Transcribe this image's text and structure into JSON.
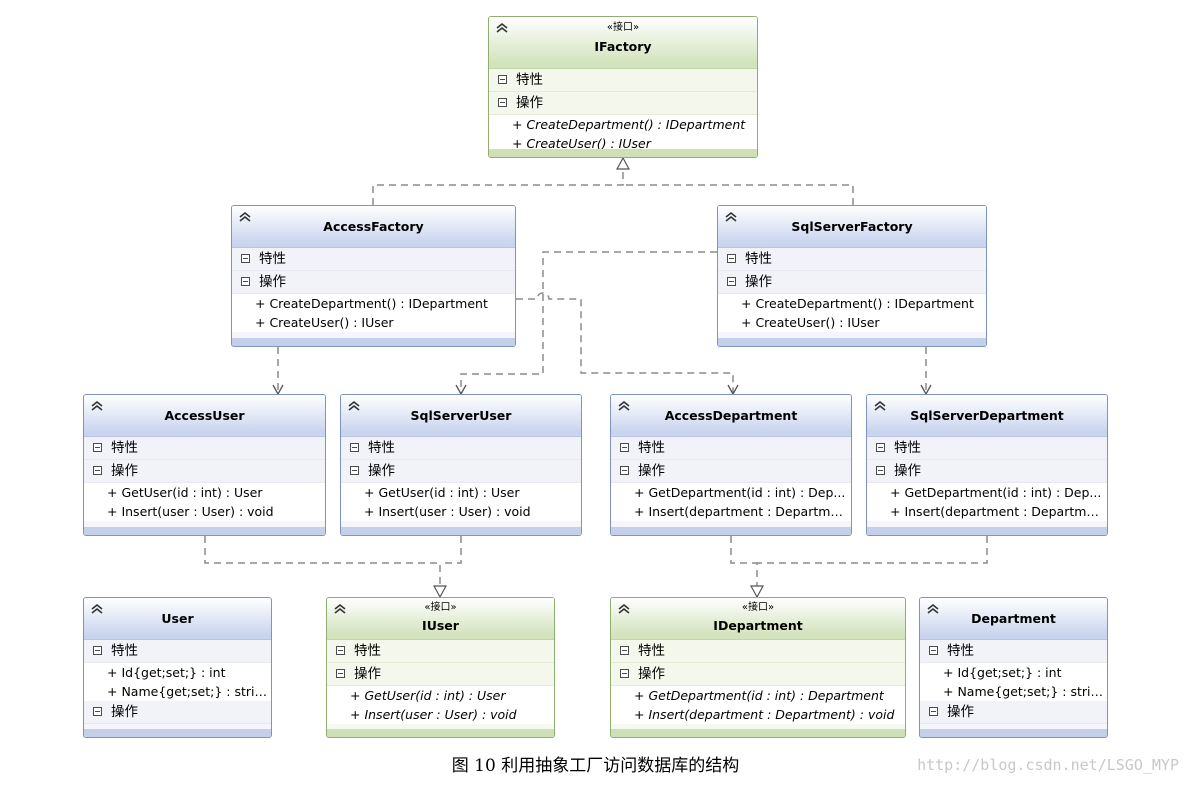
{
  "sections": {
    "attributes": "特性",
    "operations": "操作"
  },
  "boxes": {
    "ifactory": {
      "stereotype": "«接口»",
      "name": "IFactory",
      "ops": [
        "+ CreateDepartment() : IDepartment",
        "+ CreateUser() : IUser"
      ]
    },
    "access_factory": {
      "name": "AccessFactory",
      "ops": [
        "+ CreateDepartment() : IDepartment",
        "+ CreateUser() : IUser"
      ]
    },
    "sqlserver_factory": {
      "name": "SqlServerFactory",
      "ops": [
        "+ CreateDepartment() : IDepartment",
        "+ CreateUser() : IUser"
      ]
    },
    "access_user": {
      "name": "AccessUser",
      "ops": [
        "+ GetUser(id : int) : User",
        "+ Insert(user : User) : void"
      ]
    },
    "sqlserver_user": {
      "name": "SqlServerUser",
      "ops": [
        "+ GetUser(id : int) : User",
        "+ Insert(user : User) : void"
      ]
    },
    "access_department": {
      "name": "AccessDepartment",
      "ops": [
        "+ GetDepartment(id : int) : Dep...",
        "+ Insert(department : Departme..."
      ]
    },
    "sqlserver_department": {
      "name": "SqlServerDepartment",
      "ops": [
        "+ GetDepartment(id : int) : Dep...",
        "+ Insert(department : Departme..."
      ]
    },
    "user": {
      "name": "User",
      "attrs": [
        "+ Id{get;set;} : int",
        "+ Name{get;set;} : string"
      ]
    },
    "iuser": {
      "stereotype": "«接口»",
      "name": "IUser",
      "ops": [
        "+ GetUser(id : int) : User",
        "+ Insert(user : User) : void"
      ]
    },
    "idepartment": {
      "stereotype": "«接口»",
      "name": "IDepartment",
      "ops": [
        "+ GetDepartment(id : int) : Department",
        "+ Insert(department : Department) : void"
      ]
    },
    "department": {
      "name": "Department",
      "attrs": [
        "+ Id{get;set;} : int",
        "+ Name{get;set;} : string"
      ]
    }
  },
  "caption": "图 10  利用抽象工厂访问数据库的结构",
  "watermark": "http://blog.csdn.net/LSGO_MYP",
  "colors": {
    "class_border": "#7e94c0",
    "interface_border": "#8fae70",
    "connector": "#8c8c8c"
  }
}
